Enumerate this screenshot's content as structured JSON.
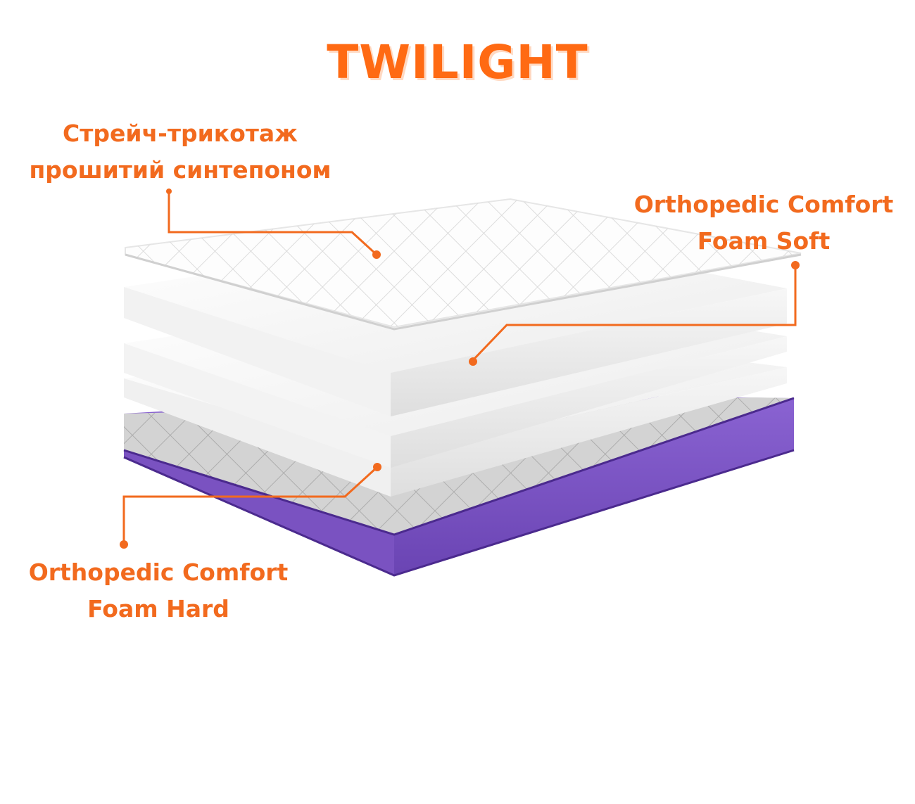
{
  "title": "TWILIGHT",
  "labels": {
    "cover": {
      "line1": "Стрейч-трикотаж",
      "line2": "прошитий синтепоном"
    },
    "soft": {
      "line1": "Orthopedic Comfort",
      "line2": "Foam Soft"
    },
    "hard": {
      "line1": "Orthopedic Comfort",
      "line2": "Foam Hard"
    }
  },
  "colors": {
    "accent": "#f26a1e",
    "base_purple": "#7c55c4",
    "foam_white": "#f4f4f4"
  }
}
